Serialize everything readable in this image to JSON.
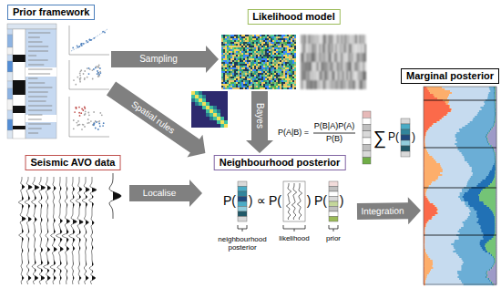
{
  "diagram": {
    "nodes": [
      {
        "text": [
          "Prior framework"
        ]
      },
      {
        "text": [
          "Likelihood model"
        ]
      },
      {
        "text": [
          "Seismic AVO data"
        ]
      },
      {
        "text": [
          "Neighbourhood posterior"
        ]
      },
      {
        "text": [
          "Marginal posterior"
        ]
      }
    ],
    "edges": [
      {
        "from": 0,
        "to": 1,
        "arrow": "to",
        "label": "Sampling"
      },
      {
        "from": 0,
        "to": 3,
        "arrow": "to",
        "label": "Spatial rules"
      },
      {
        "from": 1,
        "to": 3,
        "arrow": "to",
        "label": "Bayes"
      },
      {
        "from": 2,
        "to": 3,
        "arrow": "to",
        "label": "Localise"
      },
      {
        "from": 3,
        "to": 4,
        "arrow": "to",
        "label": "Integration"
      }
    ],
    "labels": [
      "P(A|B) =",
      "P(B|A)P(A)",
      "P(B)",
      "P(",
      ")",
      "∝",
      "P(",
      ")",
      "P(",
      ")",
      "neighbourhood posterior",
      "likelihood",
      "prior",
      "∑",
      "P(",
      ")"
    ]
  }
}
